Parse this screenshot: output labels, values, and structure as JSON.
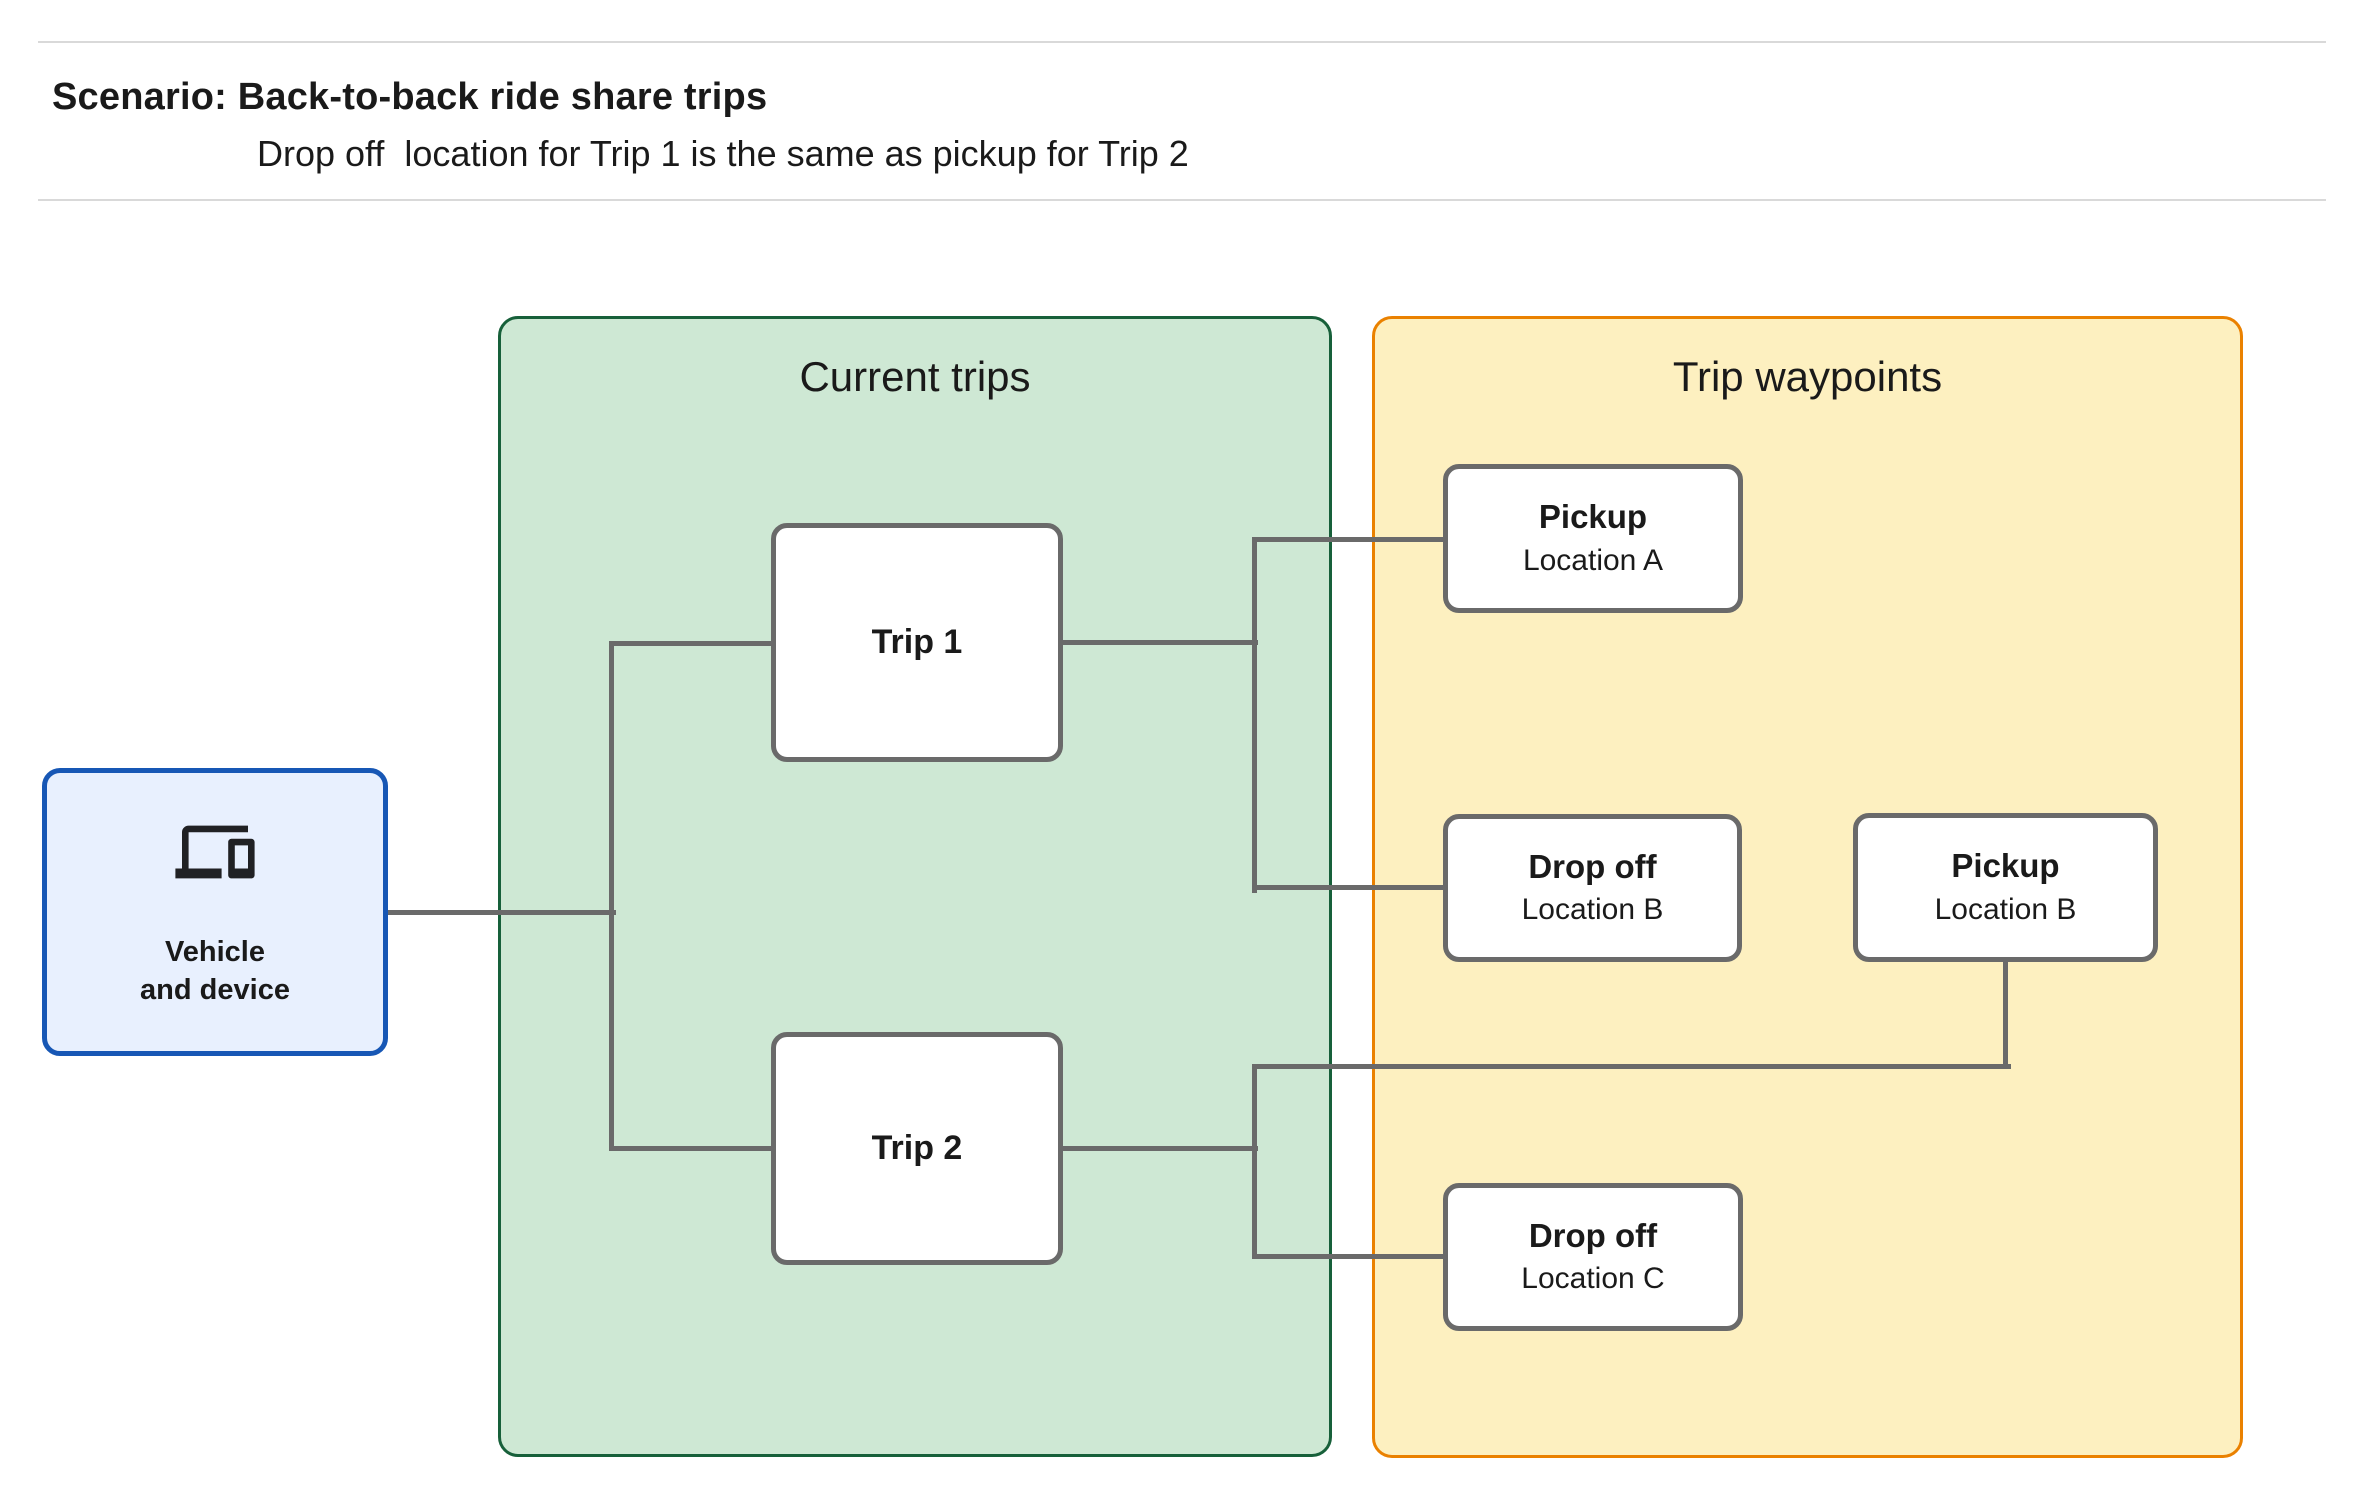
{
  "header": {
    "title": "Scenario: Back-to-back ride share trips",
    "subtitle": "Drop off  location for Trip 1 is the same as pickup for Trip 2"
  },
  "vehicle_node": {
    "icon": "devices-icon",
    "label_line1": "Vehicle",
    "label_line2": "and device"
  },
  "panels": {
    "current_trips": {
      "title": "Current trips"
    },
    "trip_waypoints": {
      "title": "Trip waypoints"
    }
  },
  "nodes": {
    "trip1": {
      "label": "Trip 1"
    },
    "trip2": {
      "label": "Trip 2"
    },
    "pickup_a": {
      "title": "Pickup",
      "subtitle": "Location A"
    },
    "dropoff_b": {
      "title": "Drop off",
      "subtitle": "Location B"
    },
    "pickup_b": {
      "title": "Pickup",
      "subtitle": "Location B"
    },
    "dropoff_c": {
      "title": "Drop off",
      "subtitle": "Location C"
    }
  },
  "connections": [
    {
      "from": "vehicle",
      "to": "trip1"
    },
    {
      "from": "vehicle",
      "to": "trip2"
    },
    {
      "from": "trip1",
      "to": "pickup_a"
    },
    {
      "from": "trip1",
      "to": "dropoff_b"
    },
    {
      "from": "trip2",
      "to": "pickup_b"
    },
    {
      "from": "trip2",
      "to": "dropoff_c"
    }
  ],
  "colors": {
    "blue-border": "#1757b5",
    "blue-fill": "#e8f0fe",
    "green-border": "#17603a",
    "green-fill": "#cee8d4",
    "orange-border": "#ea8100",
    "orange-fill": "#fdf0c0",
    "node-border": "#6a6a6a",
    "connector": "#6a6a6a",
    "text": "#1a1a1a"
  }
}
